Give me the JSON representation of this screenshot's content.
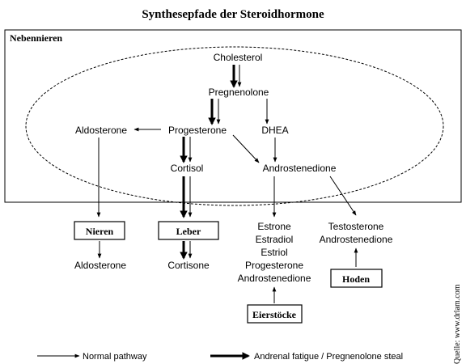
{
  "title": "Synthesepfade der Steroidhormone",
  "region_label": "Nebennieren",
  "nodes": {
    "cholesterol": "Cholesterol",
    "pregnenolone": "Pregnenolone",
    "progesterone": "Progesterone",
    "aldosterone": "Aldosterone",
    "dhea": "DHEA",
    "cortisol": "Cortisol",
    "androstenedione": "Androstenedione"
  },
  "organs": {
    "nieren": "Nieren",
    "leber": "Leber",
    "hoden": "Hoden",
    "eierstoecke": "Eierstöcke"
  },
  "outputs": {
    "nieren_out": "Aldosterone",
    "leber_out": "Cortisone",
    "ovary_out": [
      "Estrone",
      "Estradiol",
      "Estriol",
      "Progesterone",
      "Androstenedione"
    ],
    "testis_out": [
      "Testosterone",
      "Androstenedione"
    ]
  },
  "legend": {
    "normal": "Normal pathway",
    "fatigue": "Andrenal fatigue / Pregnenolone steal"
  },
  "source": "Quelle: www.drlam.com"
}
